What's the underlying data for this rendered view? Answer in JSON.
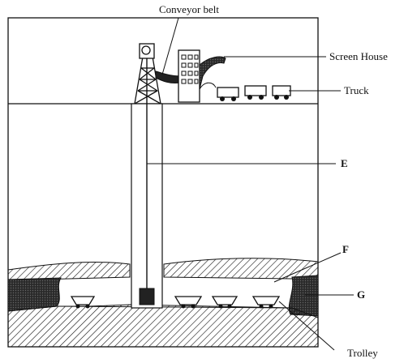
{
  "labels": {
    "conveyor_belt": "Conveyor belt",
    "screen_house": "Screen House",
    "truck": "Truck",
    "e": "E",
    "f": "F",
    "g": "G",
    "trolley": "Trolley"
  }
}
